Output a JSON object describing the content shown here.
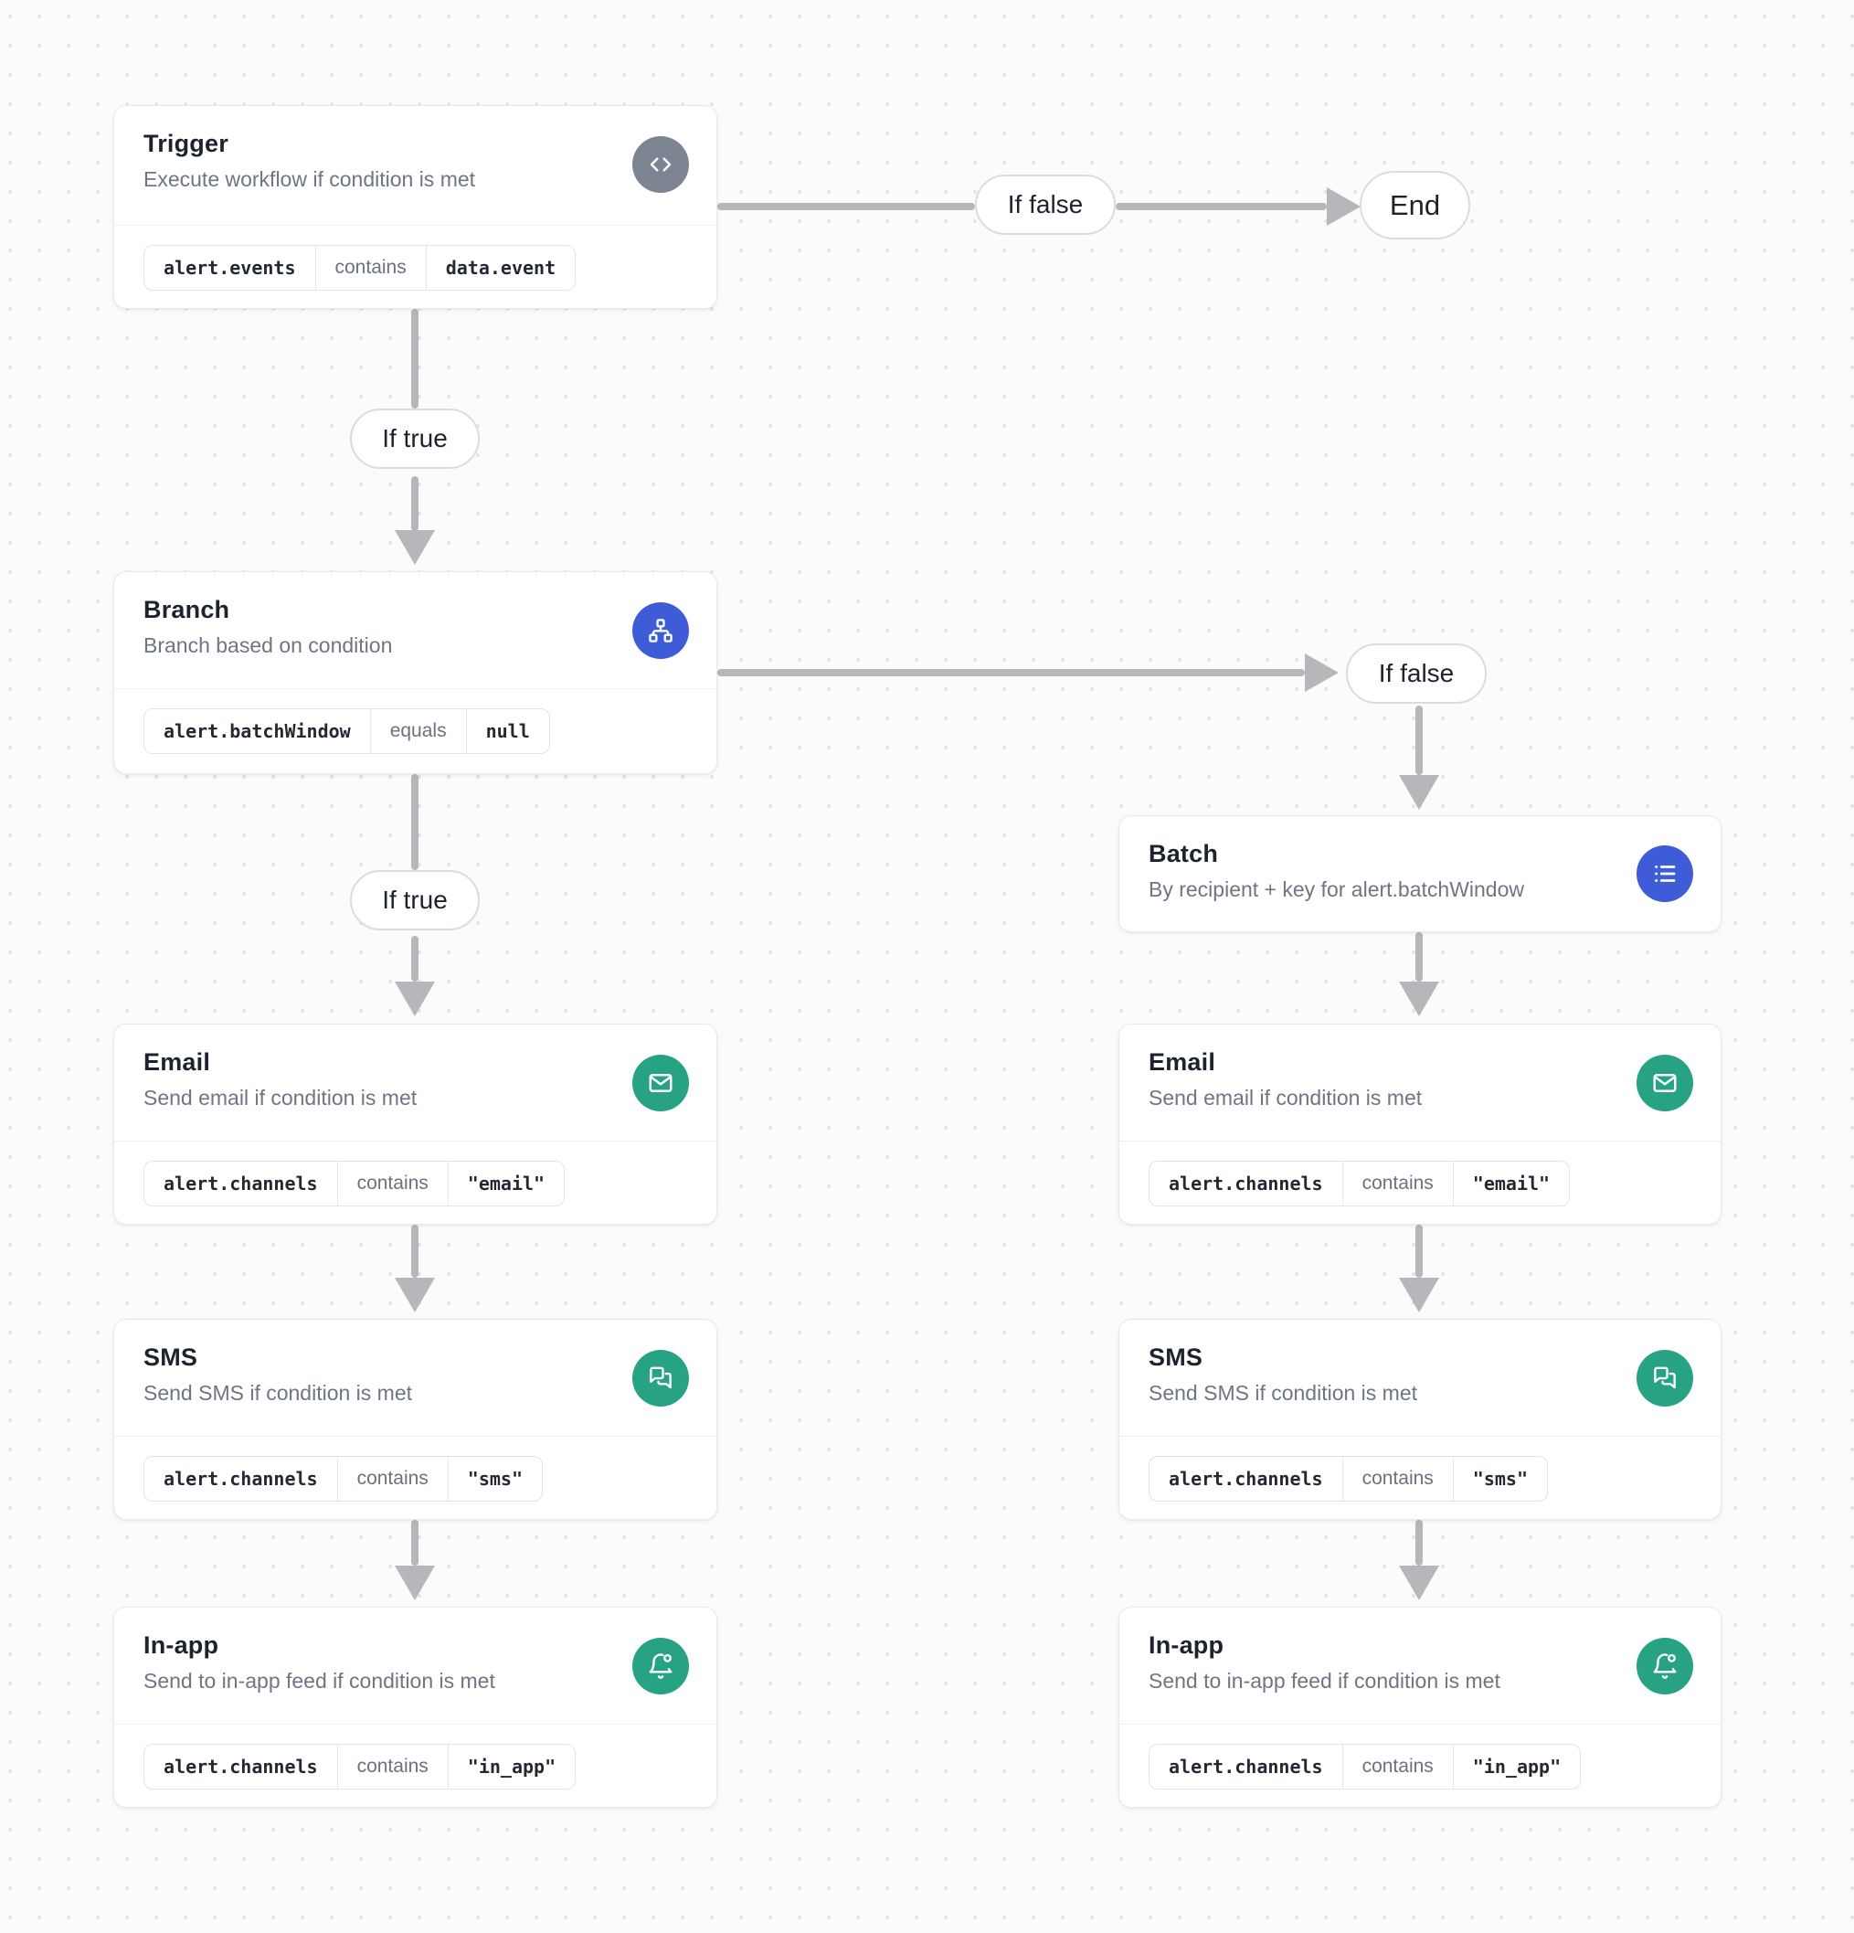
{
  "canvas": {
    "background": "#fbfbfc",
    "dot_color": "#e3e3e5"
  },
  "colors": {
    "edge_gray": "#b5b7ba",
    "node_border": "#e8eaee",
    "accent_blue": "#3e5cd8",
    "accent_green": "#27a383",
    "accent_gray": "#7d8492",
    "title_text": "#1c222e",
    "subtitle_text": "#6e7583",
    "operator_text": "#6a7280",
    "condition_text": "#232933"
  },
  "edge_labels": {
    "if_true": "If true",
    "if_false": "If false",
    "end": "End"
  },
  "nodes": {
    "trigger": {
      "title": "Trigger",
      "subtitle": "Execute workflow if condition is met",
      "icon": "code-icon",
      "condition": {
        "field": "alert.events",
        "operator": "contains",
        "value": "data.event"
      }
    },
    "branch": {
      "title": "Branch",
      "subtitle": "Branch based on condition",
      "icon": "branch-icon",
      "condition": {
        "field": "alert.batchWindow",
        "operator": "equals",
        "value": "null"
      }
    },
    "batch": {
      "title": "Batch",
      "subtitle": "By recipient + key for alert.batchWindow",
      "icon": "list-icon"
    },
    "email": {
      "title": "Email",
      "subtitle": "Send email if condition is met",
      "icon": "mail-icon",
      "condition": {
        "field": "alert.channels",
        "operator": "contains",
        "value": "\"email\""
      }
    },
    "sms": {
      "title": "SMS",
      "subtitle": "Send SMS if condition is met",
      "icon": "chat-icon",
      "condition": {
        "field": "alert.channels",
        "operator": "contains",
        "value": "\"sms\""
      }
    },
    "inapp": {
      "title": "In-app",
      "subtitle": "Send to in-app feed if condition is met",
      "icon": "bell-icon",
      "condition": {
        "field": "alert.channels",
        "operator": "contains",
        "value": "\"in_app\""
      }
    }
  }
}
